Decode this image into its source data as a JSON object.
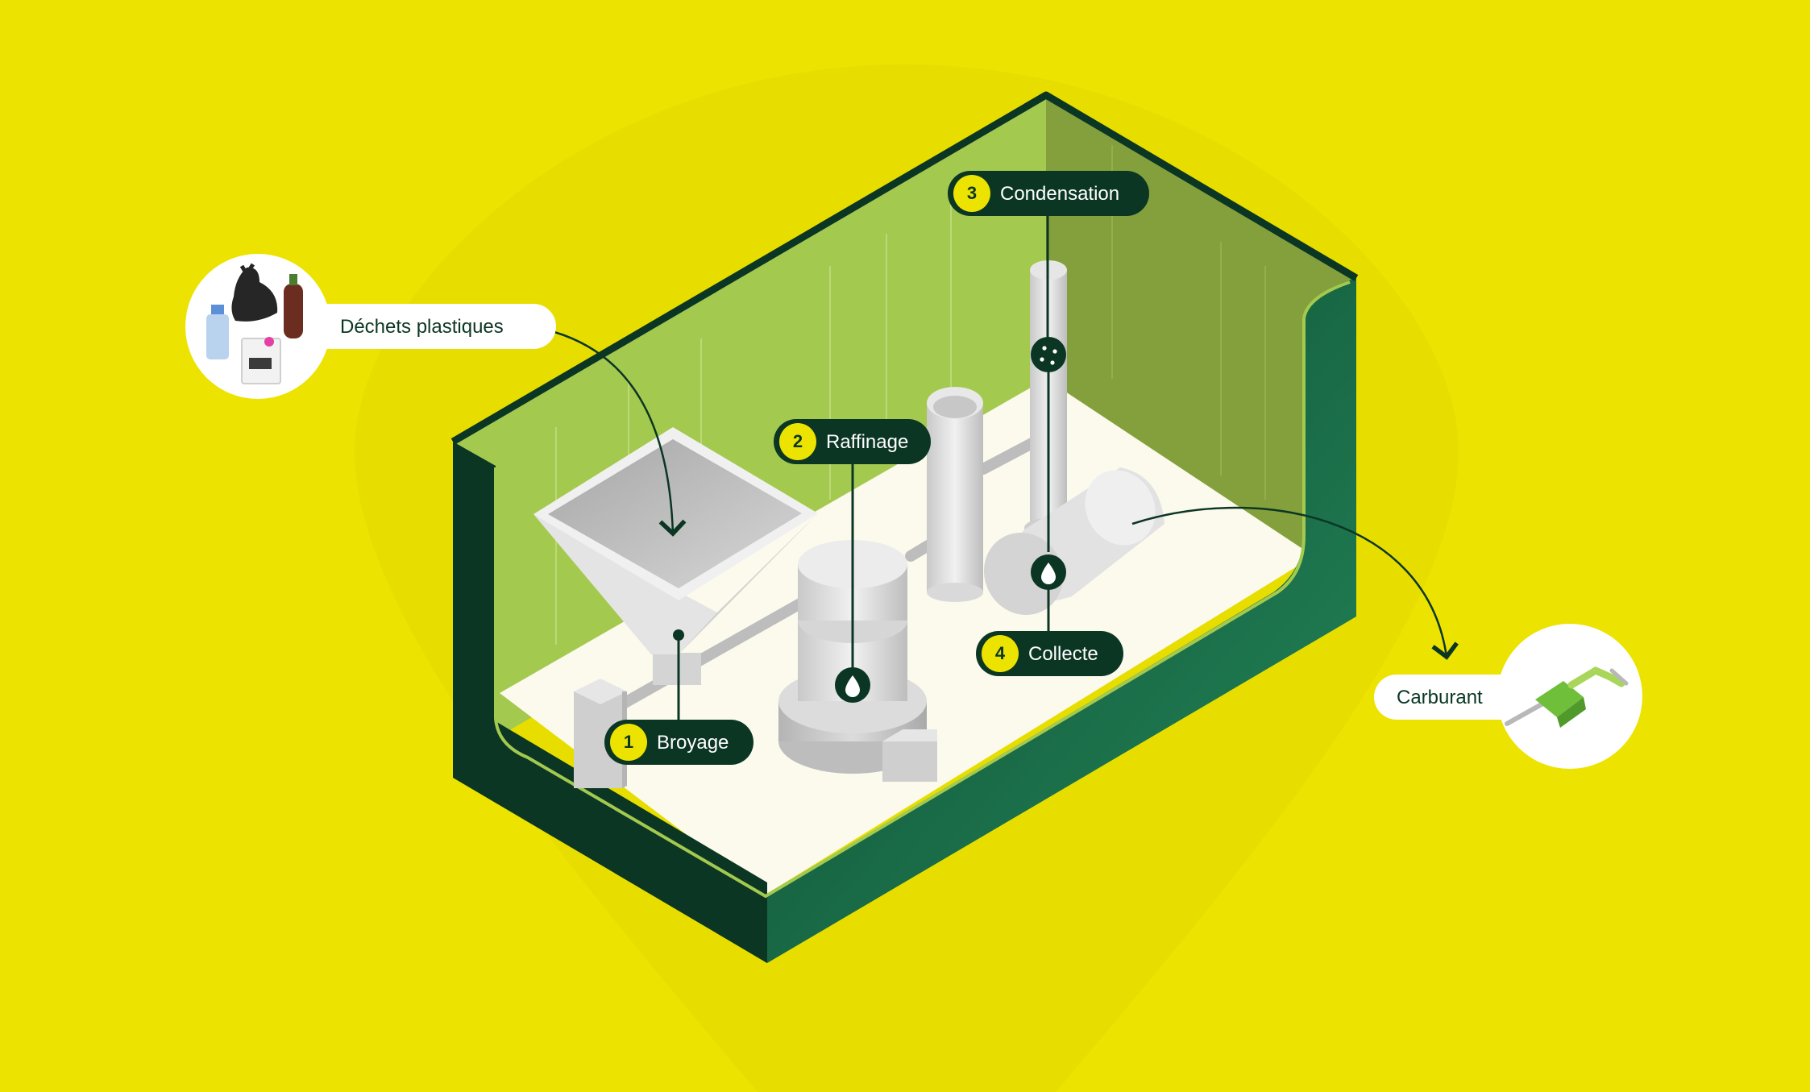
{
  "colors": {
    "background": "#ece300",
    "dark_green": "#0b3624",
    "mid_green": "#1e7a4f",
    "light_green": "#a3c94f",
    "olive_wall": "#84a03c",
    "floor": "#fbfaec",
    "accent_yellow": "#ece300"
  },
  "input": {
    "label": "Déchets plastiques",
    "icon": "plastic-waste-icon"
  },
  "output": {
    "label": "Carburant",
    "icon": "fuel-nozzle-icon"
  },
  "steps": [
    {
      "number": "1",
      "label": "Broyage",
      "machine": "shredder-hopper"
    },
    {
      "number": "2",
      "label": "Raffinage",
      "machine": "refining-reactor"
    },
    {
      "number": "3",
      "label": "Condensation",
      "machine": "condenser-column"
    },
    {
      "number": "4",
      "label": "Collecte",
      "machine": "collection-tank"
    }
  ]
}
